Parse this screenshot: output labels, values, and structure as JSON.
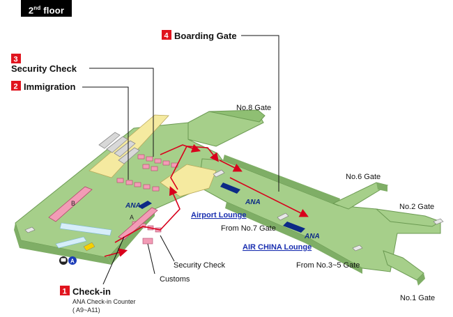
{
  "floor": {
    "label_main": "2",
    "label_sup": "nd",
    "label_rest": " floor"
  },
  "callouts": {
    "boarding_gate": {
      "num": "4",
      "label": "Boarding Gate"
    },
    "security_check": {
      "num": "3",
      "label": "Security Check"
    },
    "immigration": {
      "num": "2",
      "label": "Immigration"
    },
    "check_in": {
      "num": "1",
      "label": "Check-in",
      "sub1": "ANA Check-in Counter",
      "sub2": "( A9~A11)"
    }
  },
  "gates": {
    "no8": "No.8 Gate",
    "no6": "No.6 Gate",
    "no2": "No.2 Gate",
    "no1": "No.1 Gate",
    "from_no7": "From No.7 Gate",
    "from_no3_5": "From No.3~5 Gate"
  },
  "lounges": {
    "airport": "Airport Lounge",
    "air_china": "AIR CHINA Lounge",
    "ana_logo": "ANA"
  },
  "labels": {
    "security_check": "Security Check",
    "customs": "Customs",
    "counter_a": "A",
    "counter_b": "B",
    "bus_a": "A"
  },
  "colors": {
    "floor_green": "#a6cf8a",
    "edge_green": "#6b9a52",
    "wall_green": "#7fae66",
    "pink": "#f29cb6",
    "yellow": "#f5eaa0",
    "navy": "#0c2a86",
    "route_red": "#d8001c",
    "badge_red": "#e0141e"
  }
}
